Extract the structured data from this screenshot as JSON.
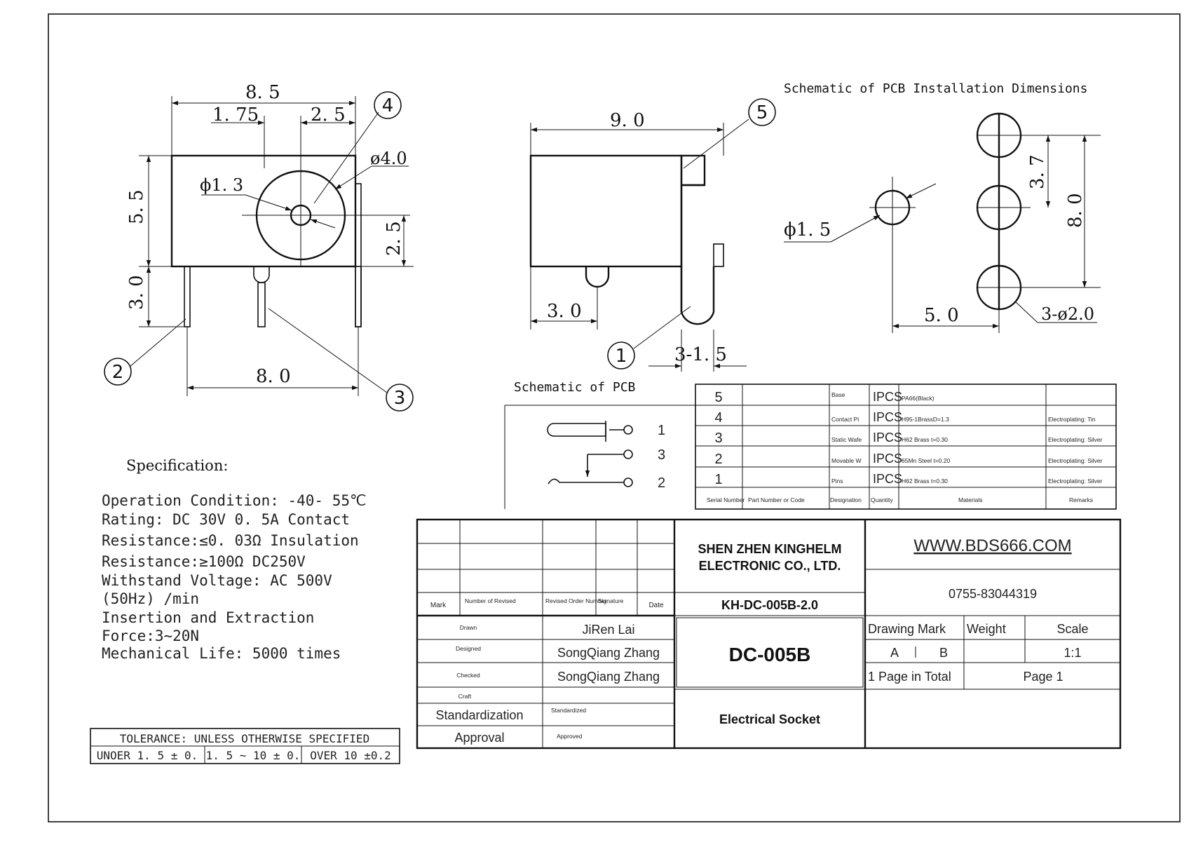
{
  "front_view": {
    "dims": {
      "overall_width": "8. 5",
      "left_offset": "1. 75",
      "right_offset": "2. 5",
      "height": "5. 5",
      "pin_length": "3. 0",
      "pin_spacing": "8. 0",
      "center_height": "2. 5",
      "outer_dia": "ø4.0",
      "inner_dia": "ϕ1. 3"
    },
    "callouts": [
      "4",
      "2",
      "3"
    ]
  },
  "side_view": {
    "dims": {
      "width": "9. 0",
      "pin_length": "3. 0",
      "pin_width": "3-1. 5"
    },
    "callouts": [
      "5",
      "1"
    ]
  },
  "pcb_install": {
    "title": "Schematic of PCB Installation Dimensions",
    "dims": {
      "hole_dia": "ϕ1. 5",
      "pitch": "3. 7",
      "span": "8. 0",
      "offset": "5. 0",
      "pad_dia": "3-ø2.0"
    }
  },
  "pcb_schematic": {
    "title": "Schematic of PCB",
    "pins": [
      "1",
      "3",
      "2"
    ]
  },
  "specification": {
    "title": "Specification:",
    "lines": [
      "Operation Condition: -40- 55℃",
      "Rating: DC 30V 0. 5A Contact",
      "Resistance:≤0. 03Ω Insulation",
      "Resistance:≥100Ω DC250V",
      "Withstand Voltage: AC 500V",
      "(50Hz) /min",
      "Insertion and Extraction",
      "Force:3~20N",
      "Mechanical Life: 5000 times"
    ]
  },
  "tolerance": {
    "title": "TOLERANCE: UNLESS OTHERWISE SPECIFIED",
    "cells": [
      "UNOER 1. 5 ± 0.",
      "1. 5 ~ 10 ± 0.",
      "OVER 10 ±0.2"
    ]
  },
  "bom": {
    "rows": [
      {
        "no": "5",
        "designation": "Base",
        "quantity": "IPCS",
        "material": "PA66(Black)",
        "remarks": ""
      },
      {
        "no": "4",
        "designation": "Contact Pi",
        "quantity": "IPCS",
        "material": "H95-1BrassD=1.3",
        "remarks": "Electroplating: Tin"
      },
      {
        "no": "3",
        "designation": "Static Wafe",
        "quantity": "IPCS",
        "material": "H62 Brass    t=0.30",
        "remarks": "Electroplating: Silver"
      },
      {
        "no": "2",
        "designation": "Movable W",
        "quantity": "IPCS",
        "material": "65Mn Steel  t=0.20",
        "remarks": "Electroplating: Silver"
      },
      {
        "no": "1",
        "designation": "Pins",
        "quantity": "IPCS",
        "material": "H62 Brass    t=0.30",
        "remarks": "Electroplating: Silver"
      }
    ],
    "headers": [
      "Serial Number",
      "Part Number or Code",
      "Designation",
      "Quantity",
      "Materials",
      "Remarks"
    ]
  },
  "title_block": {
    "revision_headers": [
      "Mark",
      "Number of Revised",
      "Revised Order Number",
      "Signature",
      "Date"
    ],
    "drawn_label": "Drawn",
    "drawn_by": "JiRen Lai",
    "designed_label": "Designed",
    "designed_by": "SongQiang Zhang",
    "checked_label": "Checked",
    "checked_by": "SongQiang Zhang",
    "craft_label": "Craft",
    "standardization": "Standardization",
    "standardized_label": "Standardized",
    "approval": "Approval",
    "approved_label": "Approved",
    "company_line1": "SHEN ZHEN KINGHELM",
    "company_line2": "ELECTRONIC CO., LTD.",
    "website": "WWW.BDS666.COM",
    "phone": "0755-83044319",
    "drawing_number": "KH-DC-005B-2.0",
    "part_name": "DC-005B",
    "description": "Electrical Socket",
    "drawing_mark_label": "Drawing Mark",
    "weight_label": "Weight",
    "scale_label": "Scale",
    "mark_a": "A",
    "mark_b": "B",
    "scale": "1:1",
    "pages_total": "1 Page in Total",
    "page": "Page 1"
  }
}
